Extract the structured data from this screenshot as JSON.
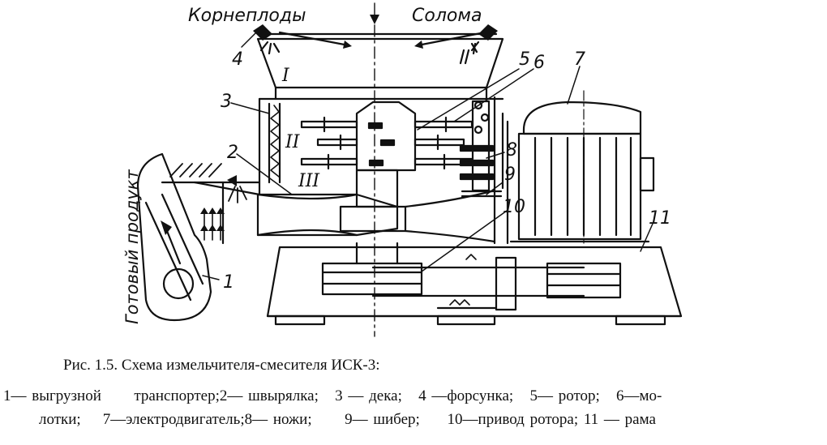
{
  "diagram": {
    "labels": {
      "top_left": "Корнеплоды",
      "top_right": "Солома",
      "side": "Готовый продукт"
    },
    "numbers": [
      "1",
      "2",
      "3",
      "4",
      "5",
      "6",
      "7",
      "8",
      "9",
      "10",
      "11"
    ],
    "zones": [
      "I",
      "II",
      "III"
    ]
  },
  "caption": {
    "title": "Рис. 1.5. Схема измельчителя-смесителя ИСК-3:",
    "line1": "1— выгрузной      транспортер;2— швырялка;   3 — дека;   4 —форсунка;   5— ротор;   6—мо-",
    "line2": "лотки;    7—электродвигатель;8— ножи;      9— шибер;     10—привод ротора; 11 — рама"
  }
}
